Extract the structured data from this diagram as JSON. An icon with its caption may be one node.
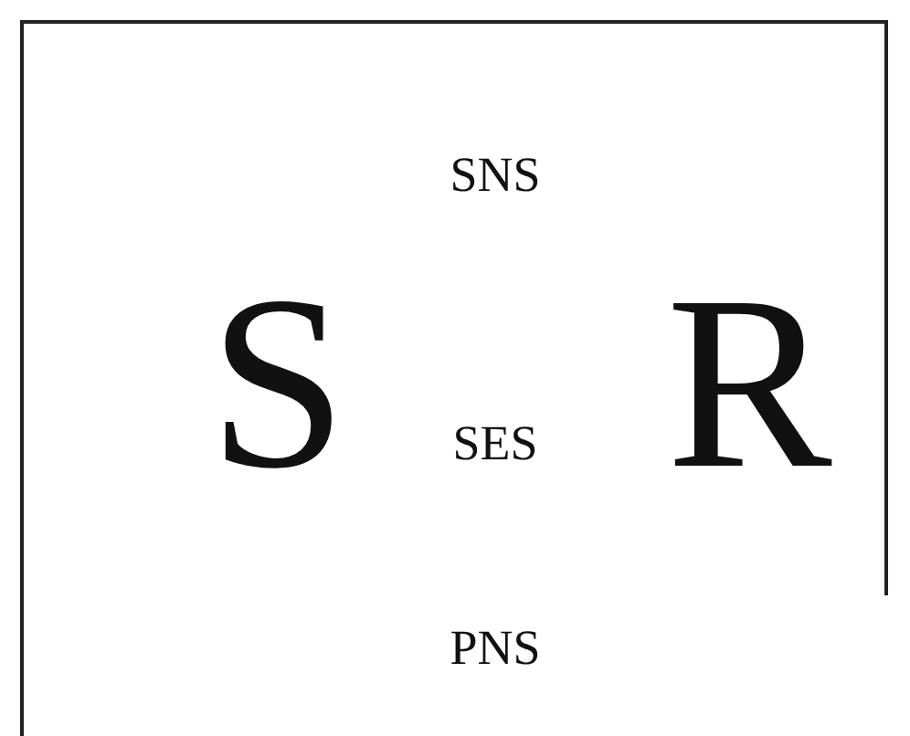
{
  "diagram": {
    "labels": [
      "SNS",
      "S",
      "SES",
      "R",
      "PNS"
    ]
  }
}
